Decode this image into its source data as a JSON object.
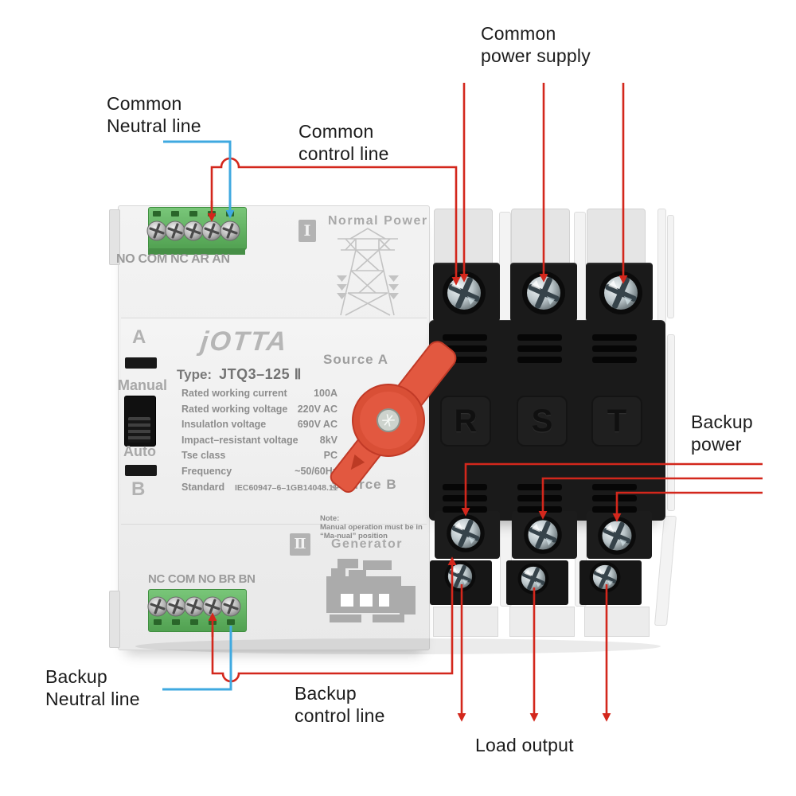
{
  "annotations": {
    "common_neutral_line": "Common\nNeutral line",
    "common_control_line": "Common\ncontrol line",
    "common_power_supply": "Common\npower supply",
    "backup_power": "Backup\npower",
    "backup_neutral_line": "Backup\nNeutral line",
    "backup_control_line": "Backup\ncontrol line",
    "load_output": "Load output"
  },
  "device": {
    "brand": "jOTTA",
    "section1_badge": "Ⅰ",
    "section2_badge": "Ⅱ",
    "normal_power_label": "Normal Power",
    "generator_label": "Generator",
    "top_terminal_labels": "NO COM NC AR AN",
    "bottom_terminal_labels": "NC COM NO BR BN",
    "type_label": "Type:",
    "type_value": "JTQ3–125 Ⅱ",
    "specs": [
      {
        "label": "Rated working current",
        "value": "100A"
      },
      {
        "label": "Rated working voltage",
        "value": "220V AC"
      },
      {
        "label": "Insulatlon voltage",
        "value": "690V AC"
      },
      {
        "label": "Impact–resistant voltage",
        "value": "8kV"
      },
      {
        "label": "Tse class",
        "value": "PC"
      },
      {
        "label": "Frequency",
        "value": "~50/60Hz"
      },
      {
        "label": "Standard",
        "value": "IEC60947–6–1GB14048.11"
      }
    ],
    "source_a": "Source A",
    "source_b": "Source B",
    "note": "Note:\nManual operation must be in\n“Ma-nual” position",
    "pos_a": "A",
    "pos_manual": "Manual",
    "pos_auto": "Auto",
    "pos_b": "B",
    "phase_letters": [
      "R",
      "S",
      "T"
    ]
  },
  "colors": {
    "annotation_red": "#d3271c",
    "annotation_blue": "#3fa9e0",
    "terminal_green": "#5cb85c",
    "switch_black": "#1a1a1a",
    "handle_red": "#e25840",
    "device_text_gray": "#9b9b9b"
  }
}
